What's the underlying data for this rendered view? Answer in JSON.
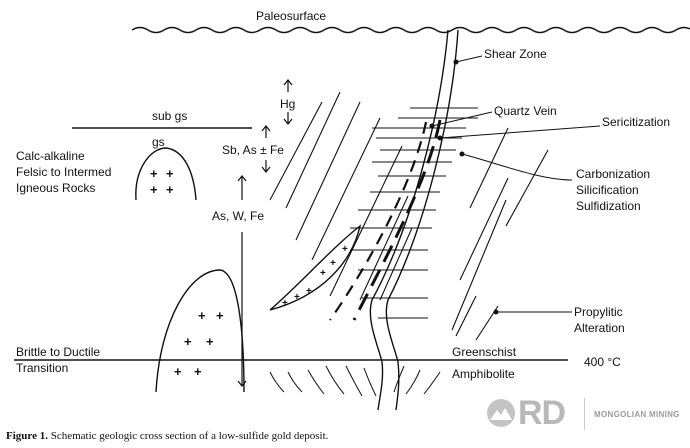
{
  "labels": {
    "paleosurface": "Paleosurface",
    "shear_zone": "Shear Zone",
    "quartz_vein": "Quartz Vein",
    "sericitization": "Sericitization",
    "carbonization": "Carbonization",
    "silicification": "Silicification",
    "sulfidization": "Sulfidization",
    "hg": "Hg",
    "sb_as_fe": "Sb, As ± Fe",
    "as_w_fe": "As, W, Fe",
    "sub_gs": "sub gs",
    "gs": "gs",
    "calc_alkaline": "Calc-alkaline",
    "felsic": "Felsic to Intermed",
    "igneous": "Igneous Rocks",
    "propylitic": "Propylitic",
    "alteration": "Alteration",
    "brittle": "Brittle to Ductile",
    "transition": "Transition",
    "greenschist": "Greenschist",
    "amphibolite": "Amphibolite",
    "temperature": "400 °C"
  },
  "caption": {
    "label": "Figure 1.",
    "text": "Schematic geologic cross section of a low-sulfide gold deposit."
  },
  "logo": {
    "mark": "RD",
    "name": "MONGOLIAN MINING"
  }
}
